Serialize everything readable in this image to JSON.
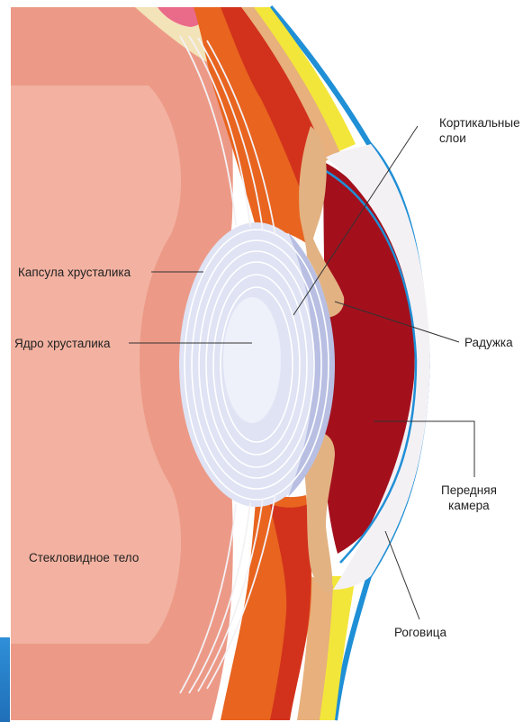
{
  "labels": {
    "cortical_layers": "Кортикальные\nслои",
    "lens_capsule": "Капсула хрусталика",
    "lens_nucleus": "Ядро хрусталика",
    "iris": "Радужка",
    "anterior_chamber": "Передняя\nкамера",
    "vitreous_body": "Стекловидное тело",
    "cornea": "Роговица"
  },
  "colors": {
    "vitreous": "#ec9a87",
    "vitreous_light": "#f3b2a1",
    "ciliary_orange": "#e8641f",
    "ciliary_red": "#d2321c",
    "chamber": "#a3101c",
    "sclera_tan": "#e7b07d",
    "iris_tan": "#e3b282",
    "cornea_white": "#f4f1f5",
    "cornea_blue": "#1f8fd6",
    "yellow_layer": "#f3e63a",
    "lens_fill": "#dfe3f4",
    "lens_shade": "#b8bfe2",
    "pink_blob": "#ea6a8a",
    "corner_bar": "#2f8fd8"
  }
}
